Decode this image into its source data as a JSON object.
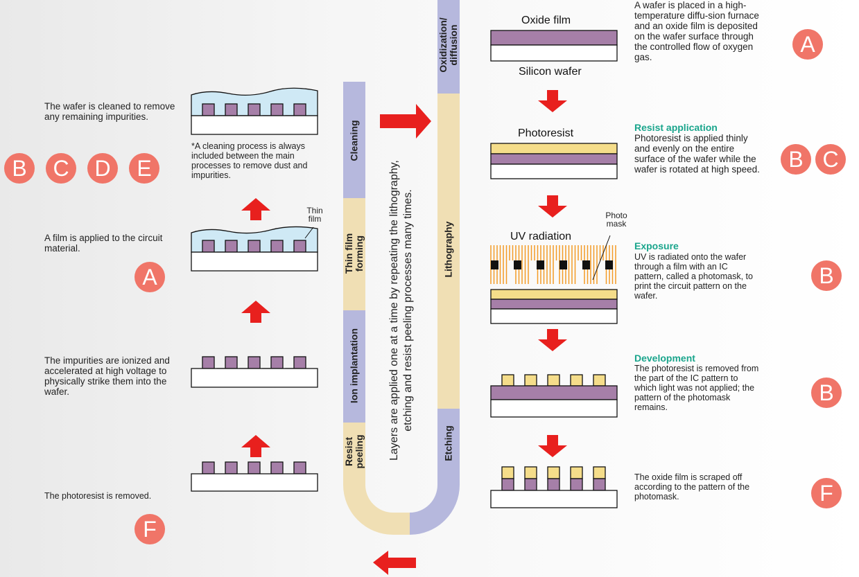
{
  "stages": {
    "oxidization": "Oxidization/ diffusion",
    "lithography": "Lithography",
    "etching": "Etching",
    "resist_peeling": "Resist peeling",
    "ion_implantation": "Ion implantation",
    "thin_film_forming": "Thin film forming",
    "cleaning": "Cleaning"
  },
  "cycle_note_line1": "Layers are applied one at a time by repeating the lithography,",
  "cycle_note_line2": "etching and resist peeling processes many times.",
  "right": {
    "oxide_film_label": "Oxide film",
    "silicon_wafer_label": "Silicon wafer",
    "oxide_desc": "A wafer is placed in a high-temperature diffu-sion furnace and an oxide film is deposited on the wafer surface through the controlled flow of oxygen gas.",
    "photoresist_label": "Photoresist",
    "resist_heading": "Resist application",
    "resist_desc": "Photoresist is applied thinly and evenly on the entire surface of the wafer while the wafer is rotated at high speed.",
    "uv_label": "UV radiation",
    "photomask_label": "Photo mask",
    "exposure_heading": "Exposure",
    "exposure_desc": "UV is radiated onto the wafer through a film with an IC pattern, called a photomask, to print the circuit pattern on the wafer.",
    "development_heading": "Development",
    "development_desc": "The photoresist is removed from the part of the IC pattern to which light was not applied; the pattern of the photomask remains.",
    "etching_desc": "The oxide film is scraped off according to the pattern of the photomask."
  },
  "left": {
    "cleaning_desc": "The wafer is cleaned to remove any remaining impurities.",
    "cleaning_note": "*A cleaning process is always included between the main processes to remove dust and impurities.",
    "thin_film_label": "Thin film",
    "film_desc": "A film is applied to the circuit material.",
    "ion_desc": "The impurities are ionized and accelerated at high voltage to physically strike them into the wafer.",
    "peel_desc": "The photoresist is removed."
  },
  "badges": {
    "oxide": [
      "A"
    ],
    "resist": [
      "B",
      "C"
    ],
    "exposure": [
      "B"
    ],
    "development": [
      "B"
    ],
    "etching": [
      "F"
    ],
    "cleaning": [
      "B",
      "C",
      "D",
      "E"
    ],
    "film": [
      "A"
    ],
    "peel": [
      "F"
    ]
  },
  "colors": {
    "oxide": "#a67fa8",
    "resist": "#f5dd8a",
    "wafer": "#ffffff",
    "film": "#cfe9f5",
    "impurity": "#c7c7c7",
    "uv": "#f39a25",
    "arrow": "#e8201e",
    "stage_purple": "#b6b8dd",
    "stage_tan": "#f0dfb4",
    "badge": "#f07568",
    "heading": "#1aa58c"
  }
}
